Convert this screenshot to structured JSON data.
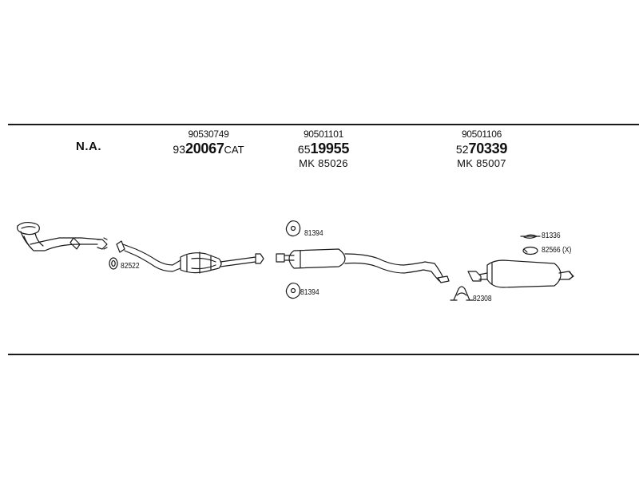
{
  "top_left_label": "N.A.",
  "columns": [
    {
      "oe_number": "90530749",
      "part_prefix": "93",
      "part_main": "20067",
      "part_suffix": "CAT",
      "mk_code": ""
    },
    {
      "oe_number": "90501101",
      "part_prefix": "65",
      "part_main": "19955",
      "part_suffix": "",
      "mk_code": "MK  85026"
    },
    {
      "oe_number": "90501106",
      "part_prefix": "52",
      "part_main": "70339",
      "part_suffix": "",
      "mk_code": "MK  85007"
    }
  ],
  "part_labels": {
    "gasket_front": "82522",
    "rubber_mount_upper": "81394",
    "rubber_mount_lower": "81394",
    "clamp_rear": "82308",
    "hanger_rear": "81336",
    "ring_rear": "82566 (X)"
  }
}
